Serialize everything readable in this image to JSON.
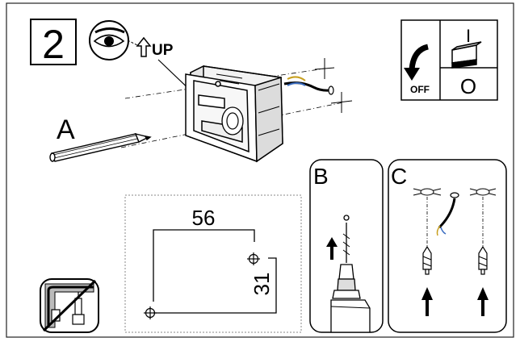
{
  "step": {
    "number": "2"
  },
  "eye_hint": {
    "label": "UP"
  },
  "switch_panel": {
    "off_label": "OFF",
    "on_mark": "I",
    "off_mark": "O"
  },
  "labels": {
    "a": "A",
    "b": "B",
    "c": "C"
  },
  "template": {
    "width_mm": "56",
    "height_mm": "31"
  },
  "icons": [
    "eye-icon",
    "up-arrow-icon",
    "pencil-icon",
    "mounting-box-icon",
    "wall-switch-icon",
    "power-off-arrow-icon",
    "drill-icon",
    "wall-plug-icon",
    "cable-icon",
    "no-drilling-near-pipes-icon"
  ]
}
